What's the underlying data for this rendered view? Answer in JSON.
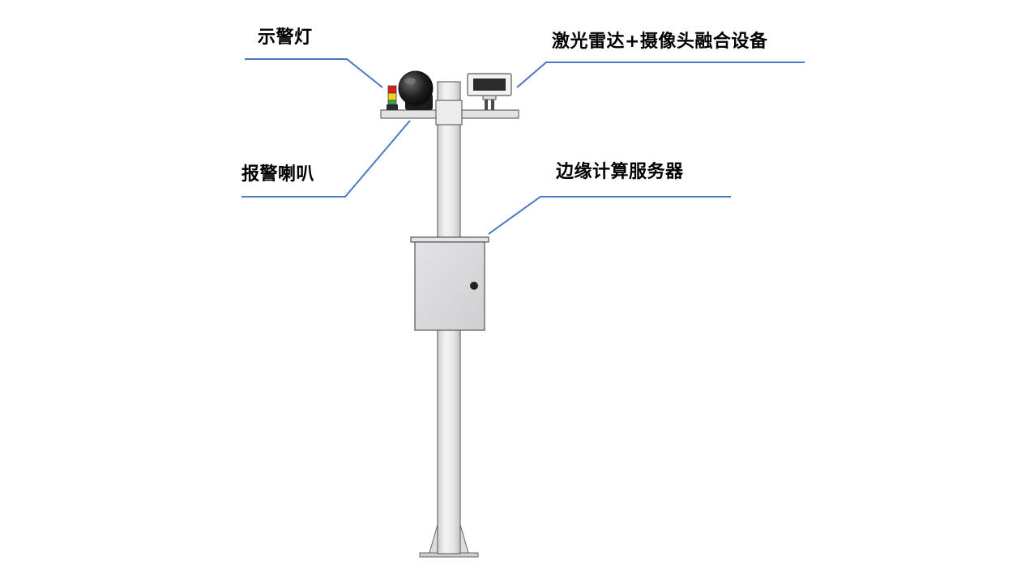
{
  "labels": {
    "warning_light": "示警灯",
    "lidar_camera_fusion": "激光雷达+摄像头融合设备",
    "alarm_horn": "报警喇叭",
    "edge_server": "边缘计算服务器"
  },
  "colors": {
    "leader_line": "#4a78c4",
    "pole": "#e8e8ea",
    "cabinet": "#d9d9db",
    "outline": "#555555",
    "light_red": "#e21a1a",
    "light_yellow": "#f2d21c",
    "light_green": "#2fa84a"
  }
}
